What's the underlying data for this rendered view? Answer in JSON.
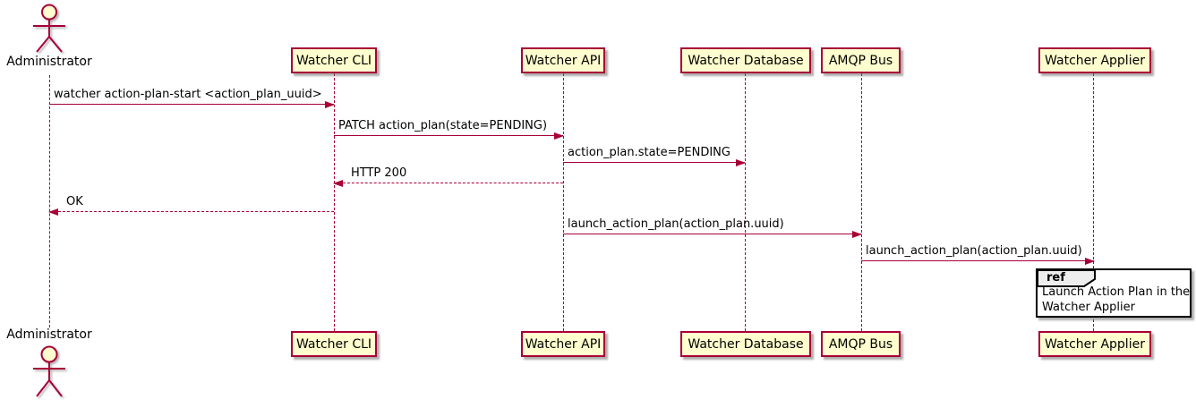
{
  "actor": {
    "label": "Administrator"
  },
  "participants": [
    {
      "label": "Watcher CLI"
    },
    {
      "label": "Watcher API"
    },
    {
      "label": "Watcher Database"
    },
    {
      "label": "AMQP Bus"
    },
    {
      "label": "Watcher Applier"
    }
  ],
  "messages": [
    {
      "label": "watcher action-plan-start <action_plan_uuid>",
      "from": "Administrator",
      "to": "Watcher CLI",
      "line": "solid",
      "direction": "right"
    },
    {
      "label": "PATCH action_plan(state=PENDING)",
      "from": "Watcher CLI",
      "to": "Watcher API",
      "line": "solid",
      "direction": "right"
    },
    {
      "label": "action_plan.state=PENDING",
      "from": "Watcher API",
      "to": "Watcher Database",
      "line": "solid",
      "direction": "right"
    },
    {
      "label": "HTTP 200",
      "from": "Watcher API",
      "to": "Watcher CLI",
      "line": "dashed",
      "direction": "left"
    },
    {
      "label": "OK",
      "from": "Watcher CLI",
      "to": "Administrator",
      "line": "dashed",
      "direction": "left"
    },
    {
      "label": "launch_action_plan(action_plan.uuid)",
      "from": "Watcher API",
      "to": "AMQP Bus",
      "line": "solid",
      "direction": "right"
    },
    {
      "label": "launch_action_plan(action_plan.uuid)",
      "from": "AMQP Bus",
      "to": "Watcher Applier",
      "line": "solid",
      "direction": "right"
    }
  ],
  "ref": {
    "keyword": "ref",
    "lines": [
      "Launch Action Plan in the",
      "Watcher Applier"
    ]
  },
  "colors": {
    "participant_fill": "#FEFECE",
    "stroke": "#A80036",
    "text": "#000000",
    "ref_border": "#000000",
    "ref_header_fill": "#EEEEEE",
    "background": "#FFFFFF"
  }
}
